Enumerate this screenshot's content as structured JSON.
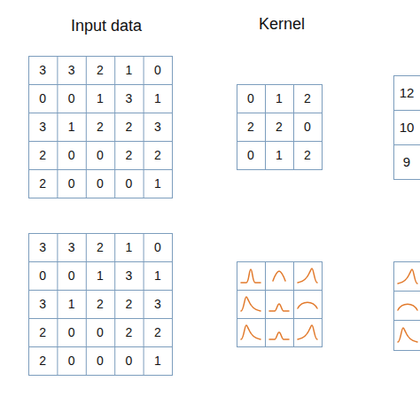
{
  "diagram": {
    "labels": [
      "Input data",
      "Kernel",
      "3",
      "3",
      "2",
      "1",
      "0",
      "0",
      "0",
      "1",
      "3",
      "1",
      "3",
      "1",
      "2",
      "2",
      "3",
      "2",
      "0",
      "0",
      "2",
      "2",
      "2",
      "0",
      "0",
      "0",
      "1",
      "0",
      "1",
      "2",
      "2",
      "2",
      "0",
      "0",
      "1",
      "2",
      "12",
      "10",
      "9",
      "3",
      "3",
      "2",
      "1",
      "0",
      "0",
      "0",
      "1",
      "3",
      "1",
      "3",
      "1",
      "2",
      "2",
      "3",
      "2",
      "0",
      "0",
      "2",
      "2",
      "2",
      "0",
      "0",
      "0",
      "1"
    ]
  }
}
